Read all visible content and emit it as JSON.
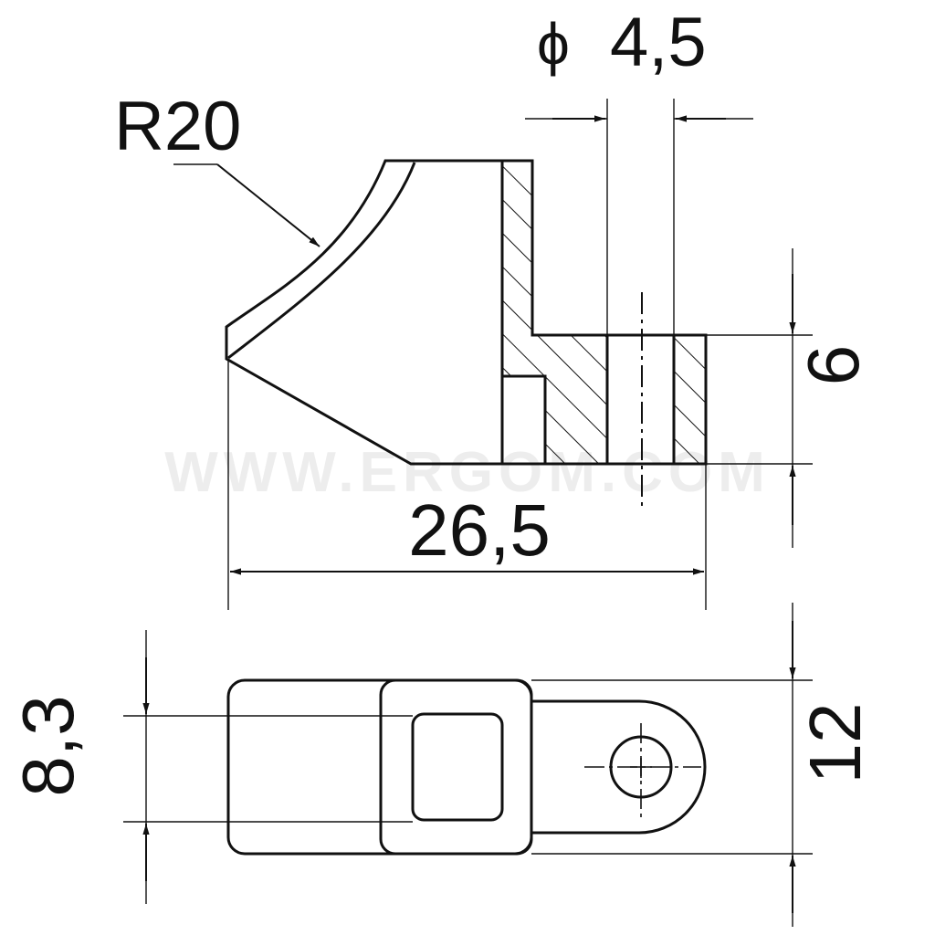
{
  "drawing": {
    "type": "technical-drawing",
    "line_color": "#111111",
    "background": "#ffffff",
    "watermark_color": "#ededed"
  },
  "dimensions": {
    "radius": "R20",
    "hole_diameter_symbol": "ϕ",
    "hole_diameter_value": "4,5",
    "height": "6",
    "length": "26,5",
    "width": "8,3",
    "total_width": "12"
  },
  "watermark": "WWW.ERGOM.COM"
}
